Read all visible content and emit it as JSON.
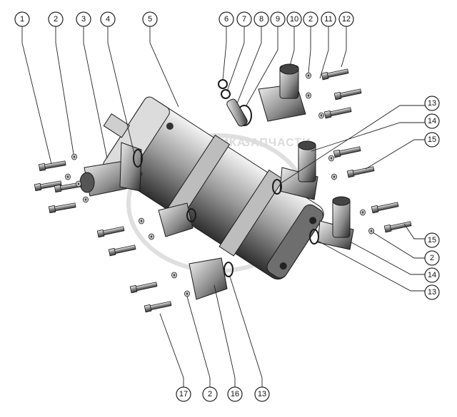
{
  "watermark": {
    "left": "ТЕХНИКА",
    "right": "ЗАПЧАСТИ"
  },
  "callouts": [
    {
      "id": "c1",
      "label": "1"
    },
    {
      "id": "c2a",
      "label": "2"
    },
    {
      "id": "c3",
      "label": "3"
    },
    {
      "id": "c4",
      "label": "4"
    },
    {
      "id": "c5",
      "label": "5"
    },
    {
      "id": "c6",
      "label": "6"
    },
    {
      "id": "c7",
      "label": "7"
    },
    {
      "id": "c8",
      "label": "8"
    },
    {
      "id": "c9",
      "label": "9"
    },
    {
      "id": "c10",
      "label": "10"
    },
    {
      "id": "c2b",
      "label": "2"
    },
    {
      "id": "c11",
      "label": "11"
    },
    {
      "id": "c12",
      "label": "12"
    },
    {
      "id": "c13a",
      "label": "13"
    },
    {
      "id": "c14a",
      "label": "14"
    },
    {
      "id": "c15a",
      "label": "15"
    },
    {
      "id": "c15b",
      "label": "15"
    },
    {
      "id": "c2c",
      "label": "2"
    },
    {
      "id": "c14b",
      "label": "14"
    },
    {
      "id": "c13b",
      "label": "13"
    },
    {
      "id": "c17",
      "label": "17"
    },
    {
      "id": "c2d",
      "label": "2"
    },
    {
      "id": "c16",
      "label": "16"
    },
    {
      "id": "c13c",
      "label": "13"
    }
  ]
}
